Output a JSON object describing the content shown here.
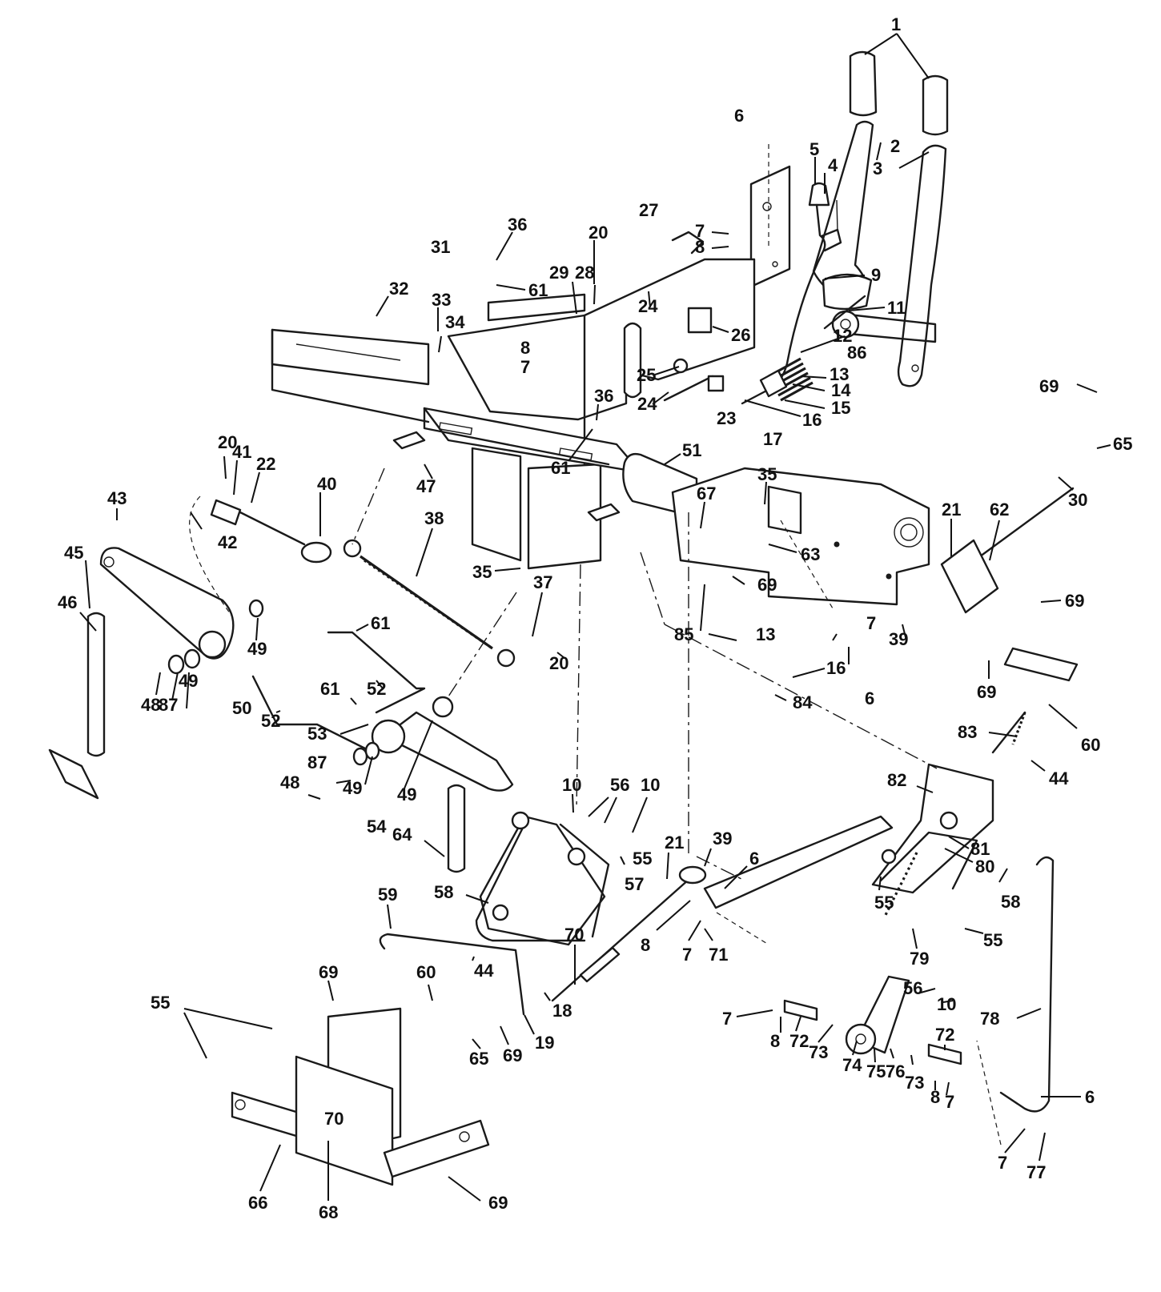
{
  "colors": {
    "ink": "#1a1a1a",
    "paper": "#ffffff"
  },
  "figure": {
    "box_label": "70",
    "callouts": [
      {
        "id": "c1",
        "text": "1"
      },
      {
        "id": "c2",
        "text": "2"
      },
      {
        "id": "c3",
        "text": "3"
      },
      {
        "id": "c4",
        "text": "4"
      },
      {
        "id": "c5",
        "text": "5"
      },
      {
        "id": "c6a",
        "text": "6"
      },
      {
        "id": "c7a",
        "text": "7"
      },
      {
        "id": "c8a",
        "text": "8"
      },
      {
        "id": "c9",
        "text": "9"
      },
      {
        "id": "c11",
        "text": "11"
      },
      {
        "id": "c12",
        "text": "12"
      },
      {
        "id": "c86a",
        "text": "86"
      },
      {
        "id": "c13a",
        "text": "13"
      },
      {
        "id": "c14",
        "text": "14"
      },
      {
        "id": "c15",
        "text": "15"
      },
      {
        "id": "c16a",
        "text": "16"
      },
      {
        "id": "c17",
        "text": "17"
      },
      {
        "id": "c23",
        "text": "23"
      },
      {
        "id": "c24a",
        "text": "24"
      },
      {
        "id": "c24b",
        "text": "24"
      },
      {
        "id": "c25",
        "text": "25"
      },
      {
        "id": "c26",
        "text": "26"
      },
      {
        "id": "c27",
        "text": "27"
      },
      {
        "id": "c28",
        "text": "28"
      },
      {
        "id": "c29",
        "text": "29"
      },
      {
        "id": "c20a",
        "text": "20"
      },
      {
        "id": "c36a",
        "text": "36"
      },
      {
        "id": "c31",
        "text": "31"
      },
      {
        "id": "c32",
        "text": "32"
      },
      {
        "id": "c33",
        "text": "33"
      },
      {
        "id": "c34",
        "text": "34"
      },
      {
        "id": "c61a",
        "text": "61"
      },
      {
        "id": "c8b",
        "text": "8"
      },
      {
        "id": "c7b",
        "text": "7"
      },
      {
        "id": "c36b",
        "text": "36"
      },
      {
        "id": "c61b",
        "text": "61"
      },
      {
        "id": "c47",
        "text": "47"
      },
      {
        "id": "c51",
        "text": "51"
      },
      {
        "id": "c67",
        "text": "67"
      },
      {
        "id": "c35a",
        "text": "35"
      },
      {
        "id": "c63",
        "text": "63"
      },
      {
        "id": "c69a",
        "text": "69"
      },
      {
        "id": "c65a",
        "text": "65"
      },
      {
        "id": "c30",
        "text": "30"
      },
      {
        "id": "c21a",
        "text": "21"
      },
      {
        "id": "c62",
        "text": "62"
      },
      {
        "id": "c20b",
        "text": "20"
      },
      {
        "id": "c41",
        "text": "41"
      },
      {
        "id": "c22",
        "text": "22"
      },
      {
        "id": "c40",
        "text": "40"
      },
      {
        "id": "c43",
        "text": "43"
      },
      {
        "id": "c42",
        "text": "42"
      },
      {
        "id": "c45",
        "text": "45"
      },
      {
        "id": "c46",
        "text": "46"
      },
      {
        "id": "c38",
        "text": "38"
      },
      {
        "id": "c35b",
        "text": "35"
      },
      {
        "id": "c37",
        "text": "37"
      },
      {
        "id": "c20c",
        "text": "20"
      },
      {
        "id": "c61c",
        "text": "61"
      },
      {
        "id": "c49a",
        "text": "49"
      },
      {
        "id": "c48a",
        "text": "48"
      },
      {
        "id": "c87a",
        "text": "87"
      },
      {
        "id": "c49b",
        "text": "49"
      },
      {
        "id": "c50",
        "text": "50"
      },
      {
        "id": "c61d",
        "text": "61"
      },
      {
        "id": "c52a",
        "text": "52"
      },
      {
        "id": "c52b",
        "text": "52"
      },
      {
        "id": "c53",
        "text": "53"
      },
      {
        "id": "c87b",
        "text": "87"
      },
      {
        "id": "c48b",
        "text": "48"
      },
      {
        "id": "c49c",
        "text": "49"
      },
      {
        "id": "c49d",
        "text": "49"
      },
      {
        "id": "c54",
        "text": "54"
      },
      {
        "id": "c85",
        "text": "85"
      },
      {
        "id": "c13b",
        "text": "13"
      },
      {
        "id": "c69b",
        "text": "69"
      },
      {
        "id": "c7c",
        "text": "7"
      },
      {
        "id": "c6b",
        "text": "6"
      },
      {
        "id": "c16b",
        "text": "16"
      },
      {
        "id": "c84",
        "text": "84"
      },
      {
        "id": "c39a",
        "text": "39"
      },
      {
        "id": "c69c",
        "text": "69"
      },
      {
        "id": "c69d",
        "text": "69"
      },
      {
        "id": "c83",
        "text": "83"
      },
      {
        "id": "c60a",
        "text": "60"
      },
      {
        "id": "c44a",
        "text": "44"
      },
      {
        "id": "c82",
        "text": "82"
      },
      {
        "id": "c10a",
        "text": "10"
      },
      {
        "id": "c56a",
        "text": "56"
      },
      {
        "id": "c10b",
        "text": "10"
      },
      {
        "id": "c55a",
        "text": "55"
      },
      {
        "id": "c57",
        "text": "57"
      },
      {
        "id": "c64",
        "text": "64"
      },
      {
        "id": "c21b",
        "text": "21"
      },
      {
        "id": "c39b",
        "text": "39"
      },
      {
        "id": "c6c",
        "text": "6"
      },
      {
        "id": "c58a",
        "text": "58"
      },
      {
        "id": "c59",
        "text": "59"
      },
      {
        "id": "c70",
        "text": "70"
      },
      {
        "id": "c8c",
        "text": "8"
      },
      {
        "id": "c7d",
        "text": "7"
      },
      {
        "id": "c71",
        "text": "71"
      },
      {
        "id": "c55b",
        "text": "55"
      },
      {
        "id": "c81",
        "text": "81"
      },
      {
        "id": "c80",
        "text": "80"
      },
      {
        "id": "c58b",
        "text": "58"
      },
      {
        "id": "c55c",
        "text": "55"
      },
      {
        "id": "c79",
        "text": "79"
      },
      {
        "id": "c78",
        "text": "78"
      },
      {
        "id": "c56b",
        "text": "56"
      },
      {
        "id": "c10c",
        "text": "10"
      },
      {
        "id": "c60b",
        "text": "60"
      },
      {
        "id": "c44b",
        "text": "44"
      },
      {
        "id": "c18",
        "text": "18"
      },
      {
        "id": "c19",
        "text": "19"
      },
      {
        "id": "c69e",
        "text": "69"
      },
      {
        "id": "c65b",
        "text": "65"
      },
      {
        "id": "c7e",
        "text": "7"
      },
      {
        "id": "c8d",
        "text": "8"
      },
      {
        "id": "c72a",
        "text": "72"
      },
      {
        "id": "c73a",
        "text": "73"
      },
      {
        "id": "c74",
        "text": "74"
      },
      {
        "id": "c75",
        "text": "75"
      },
      {
        "id": "c76",
        "text": "76"
      },
      {
        "id": "c72b",
        "text": "72"
      },
      {
        "id": "c73b",
        "text": "73"
      },
      {
        "id": "c8e",
        "text": "8"
      },
      {
        "id": "c7f",
        "text": "7"
      },
      {
        "id": "c6d",
        "text": "6"
      },
      {
        "id": "c7g",
        "text": "7"
      },
      {
        "id": "c77",
        "text": "77"
      },
      {
        "id": "c69f",
        "text": "69"
      },
      {
        "id": "c55d",
        "text": "55"
      },
      {
        "id": "c66",
        "text": "66"
      },
      {
        "id": "c68",
        "text": "68"
      },
      {
        "id": "c69g",
        "text": "69"
      }
    ]
  }
}
